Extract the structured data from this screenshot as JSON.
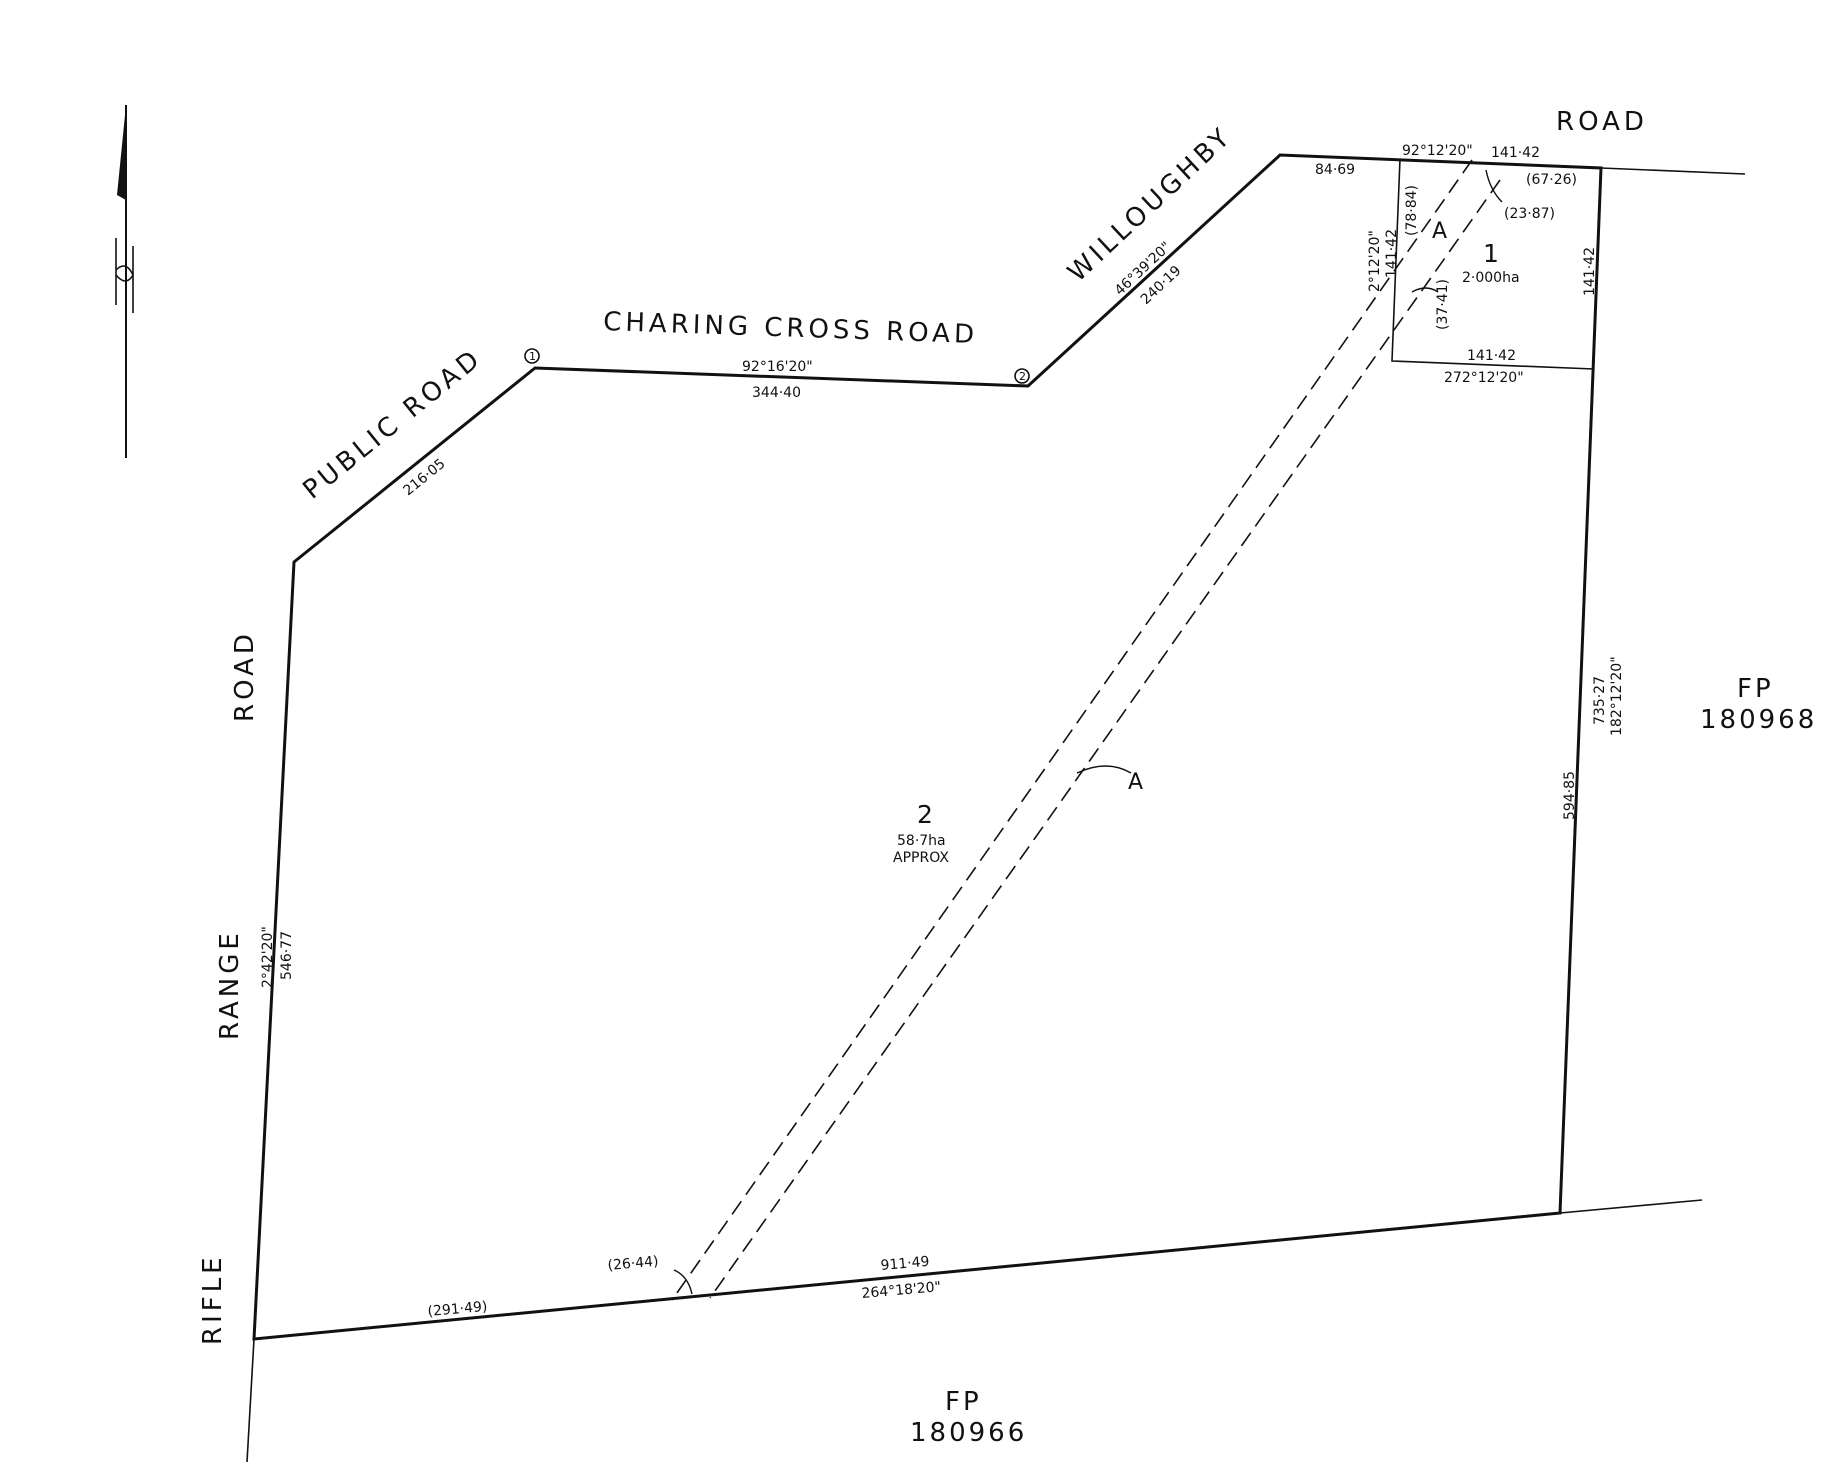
{
  "roads": {
    "public_road": "PUBLIC ROAD",
    "charing_cross": "CHARING CROSS ROAD",
    "willoughby": "WILLOUGHBY",
    "road_top_right": "ROAD",
    "rifle_range_road_word": "ROAD",
    "rifle_range_range_word": "RANGE",
    "rifle_range_rifle_word": "RIFLE"
  },
  "markers": {
    "m1": "1",
    "m2": "2"
  },
  "dimensions": {
    "public_road_length": "216·05",
    "charing_bearing": "92°16'20\"",
    "charing_length": "344·40",
    "willoughby_bearing": "46°39'20\"",
    "willoughby_length": "240·19",
    "top_84": "84·69",
    "top_bearing": "92°12'20\"",
    "top_141": "141·42",
    "paren_67": "(67·26)",
    "paren_23": "(23·87)",
    "paren_78": "(78·84)",
    "lot1_west_bearing": "2°12'20\"",
    "lot1_west_length": "141·42",
    "paren_37": "(37·41)",
    "lot1_east_length": "141·42",
    "lot1_south_length": "141·42",
    "lot1_south_bearing": "272°12'20\"",
    "east_total": "735·27",
    "east_bearing": "182°12'20\"",
    "east_partial": "594·85",
    "west_bearing": "2°42'20\"",
    "west_length": "546·77",
    "south_bearing": "264°18'20\"",
    "south_length": "911·49",
    "paren_291": "(291·49)",
    "paren_26": "(26·44)"
  },
  "lots": {
    "lot1": {
      "number": "1",
      "area": "2·000ha"
    },
    "lot2": {
      "number": "2",
      "area": "58·7ha",
      "note": "APPROX"
    }
  },
  "easement": {
    "label_top": "A",
    "label_mid": "A"
  },
  "adjoining": {
    "east": {
      "prefix": "FP",
      "number": "180968"
    },
    "south": {
      "prefix": "FP",
      "number": "180966"
    }
  },
  "north_arrow": "north-arrow-icon"
}
